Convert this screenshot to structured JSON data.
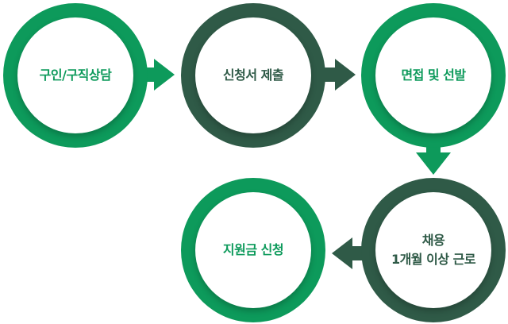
{
  "steps": [
    {
      "label": "구인/구직상담",
      "tone": "green"
    },
    {
      "label": "신청서 제출",
      "tone": "dark"
    },
    {
      "label": "면접 및 선발",
      "tone": "green"
    },
    {
      "label": "채용\n1개월 이상 근로",
      "tone": "dark"
    },
    {
      "label": "지원금 신청",
      "tone": "green"
    }
  ],
  "colors": {
    "green": "#0d9a5b",
    "dark": "#2f5a47"
  }
}
